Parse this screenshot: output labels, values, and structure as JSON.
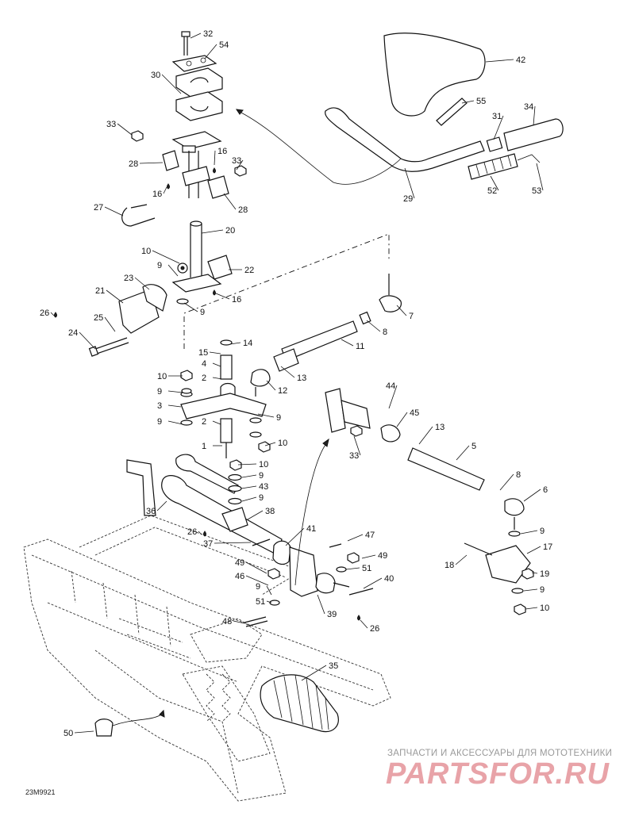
{
  "diagram_id": "23M9921",
  "watermark": {
    "tagline": "ЗАПЧАСТИ И АКСЕССУАРЫ ДЛЯ МОТОТЕХНИКИ",
    "logo": "PARTSFOR.RU"
  },
  "callouts": [
    {
      "id": "c32",
      "label": "32"
    },
    {
      "id": "c54",
      "label": "54"
    },
    {
      "id": "c30",
      "label": "30"
    },
    {
      "id": "c33a",
      "label": "33"
    },
    {
      "id": "c16a",
      "label": "16"
    },
    {
      "id": "c33b",
      "label": "33"
    },
    {
      "id": "c28a",
      "label": "28"
    },
    {
      "id": "c16b",
      "label": "16"
    },
    {
      "id": "c28b",
      "label": "28"
    },
    {
      "id": "c27",
      "label": "27"
    },
    {
      "id": "c20",
      "label": "20"
    },
    {
      "id": "c10a",
      "label": "10"
    },
    {
      "id": "c9a",
      "label": "9"
    },
    {
      "id": "c22",
      "label": "22"
    },
    {
      "id": "c23",
      "label": "23"
    },
    {
      "id": "c16c",
      "label": "16"
    },
    {
      "id": "c21",
      "label": "21"
    },
    {
      "id": "c9b",
      "label": "9"
    },
    {
      "id": "c26a",
      "label": "26"
    },
    {
      "id": "c25",
      "label": "25"
    },
    {
      "id": "c24",
      "label": "24"
    },
    {
      "id": "c42",
      "label": "42"
    },
    {
      "id": "c55",
      "label": "55"
    },
    {
      "id": "c34",
      "label": "34"
    },
    {
      "id": "c31",
      "label": "31"
    },
    {
      "id": "c52",
      "label": "52"
    },
    {
      "id": "c53",
      "label": "53"
    },
    {
      "id": "c29",
      "label": "29"
    },
    {
      "id": "c7",
      "label": "7"
    },
    {
      "id": "c8a",
      "label": "8"
    },
    {
      "id": "c11",
      "label": "11"
    },
    {
      "id": "c14",
      "label": "14"
    },
    {
      "id": "c15",
      "label": "15"
    },
    {
      "id": "c4",
      "label": "4"
    },
    {
      "id": "c2a",
      "label": "2"
    },
    {
      "id": "c13a",
      "label": "13"
    },
    {
      "id": "c12",
      "label": "12"
    },
    {
      "id": "c10b",
      "label": "10"
    },
    {
      "id": "c9c",
      "label": "9"
    },
    {
      "id": "c3",
      "label": "3"
    },
    {
      "id": "c9d",
      "label": "9"
    },
    {
      "id": "c2b",
      "label": "2"
    },
    {
      "id": "c9e",
      "label": "9"
    },
    {
      "id": "c1",
      "label": "1"
    },
    {
      "id": "c10c",
      "label": "10"
    },
    {
      "id": "c10d",
      "label": "10"
    },
    {
      "id": "c9f",
      "label": "9"
    },
    {
      "id": "c43",
      "label": "43"
    },
    {
      "id": "c9g",
      "label": "9"
    },
    {
      "id": "c36",
      "label": "36"
    },
    {
      "id": "c38",
      "label": "38"
    },
    {
      "id": "c26b",
      "label": "26"
    },
    {
      "id": "c41",
      "label": "41"
    },
    {
      "id": "c47",
      "label": "47"
    },
    {
      "id": "c37",
      "label": "37"
    },
    {
      "id": "c49a",
      "label": "49"
    },
    {
      "id": "c49b",
      "label": "49"
    },
    {
      "id": "c46",
      "label": "46"
    },
    {
      "id": "c51a",
      "label": "51"
    },
    {
      "id": "c9h",
      "label": "9"
    },
    {
      "id": "c40",
      "label": "40"
    },
    {
      "id": "c51b",
      "label": "51"
    },
    {
      "id": "c39",
      "label": "39"
    },
    {
      "id": "c48",
      "label": "48"
    },
    {
      "id": "c26c",
      "label": "26"
    },
    {
      "id": "c44",
      "label": "44"
    },
    {
      "id": "c45",
      "label": "45"
    },
    {
      "id": "c13b",
      "label": "13"
    },
    {
      "id": "c5",
      "label": "5"
    },
    {
      "id": "c33c",
      "label": "33"
    },
    {
      "id": "c8b",
      "label": "8"
    },
    {
      "id": "c6",
      "label": "6"
    },
    {
      "id": "c9i",
      "label": "9"
    },
    {
      "id": "c17",
      "label": "17"
    },
    {
      "id": "c18",
      "label": "18"
    },
    {
      "id": "c19",
      "label": "19"
    },
    {
      "id": "c9j",
      "label": "9"
    },
    {
      "id": "c10e",
      "label": "10"
    },
    {
      "id": "c35",
      "label": "35"
    },
    {
      "id": "c50",
      "label": "50"
    }
  ]
}
